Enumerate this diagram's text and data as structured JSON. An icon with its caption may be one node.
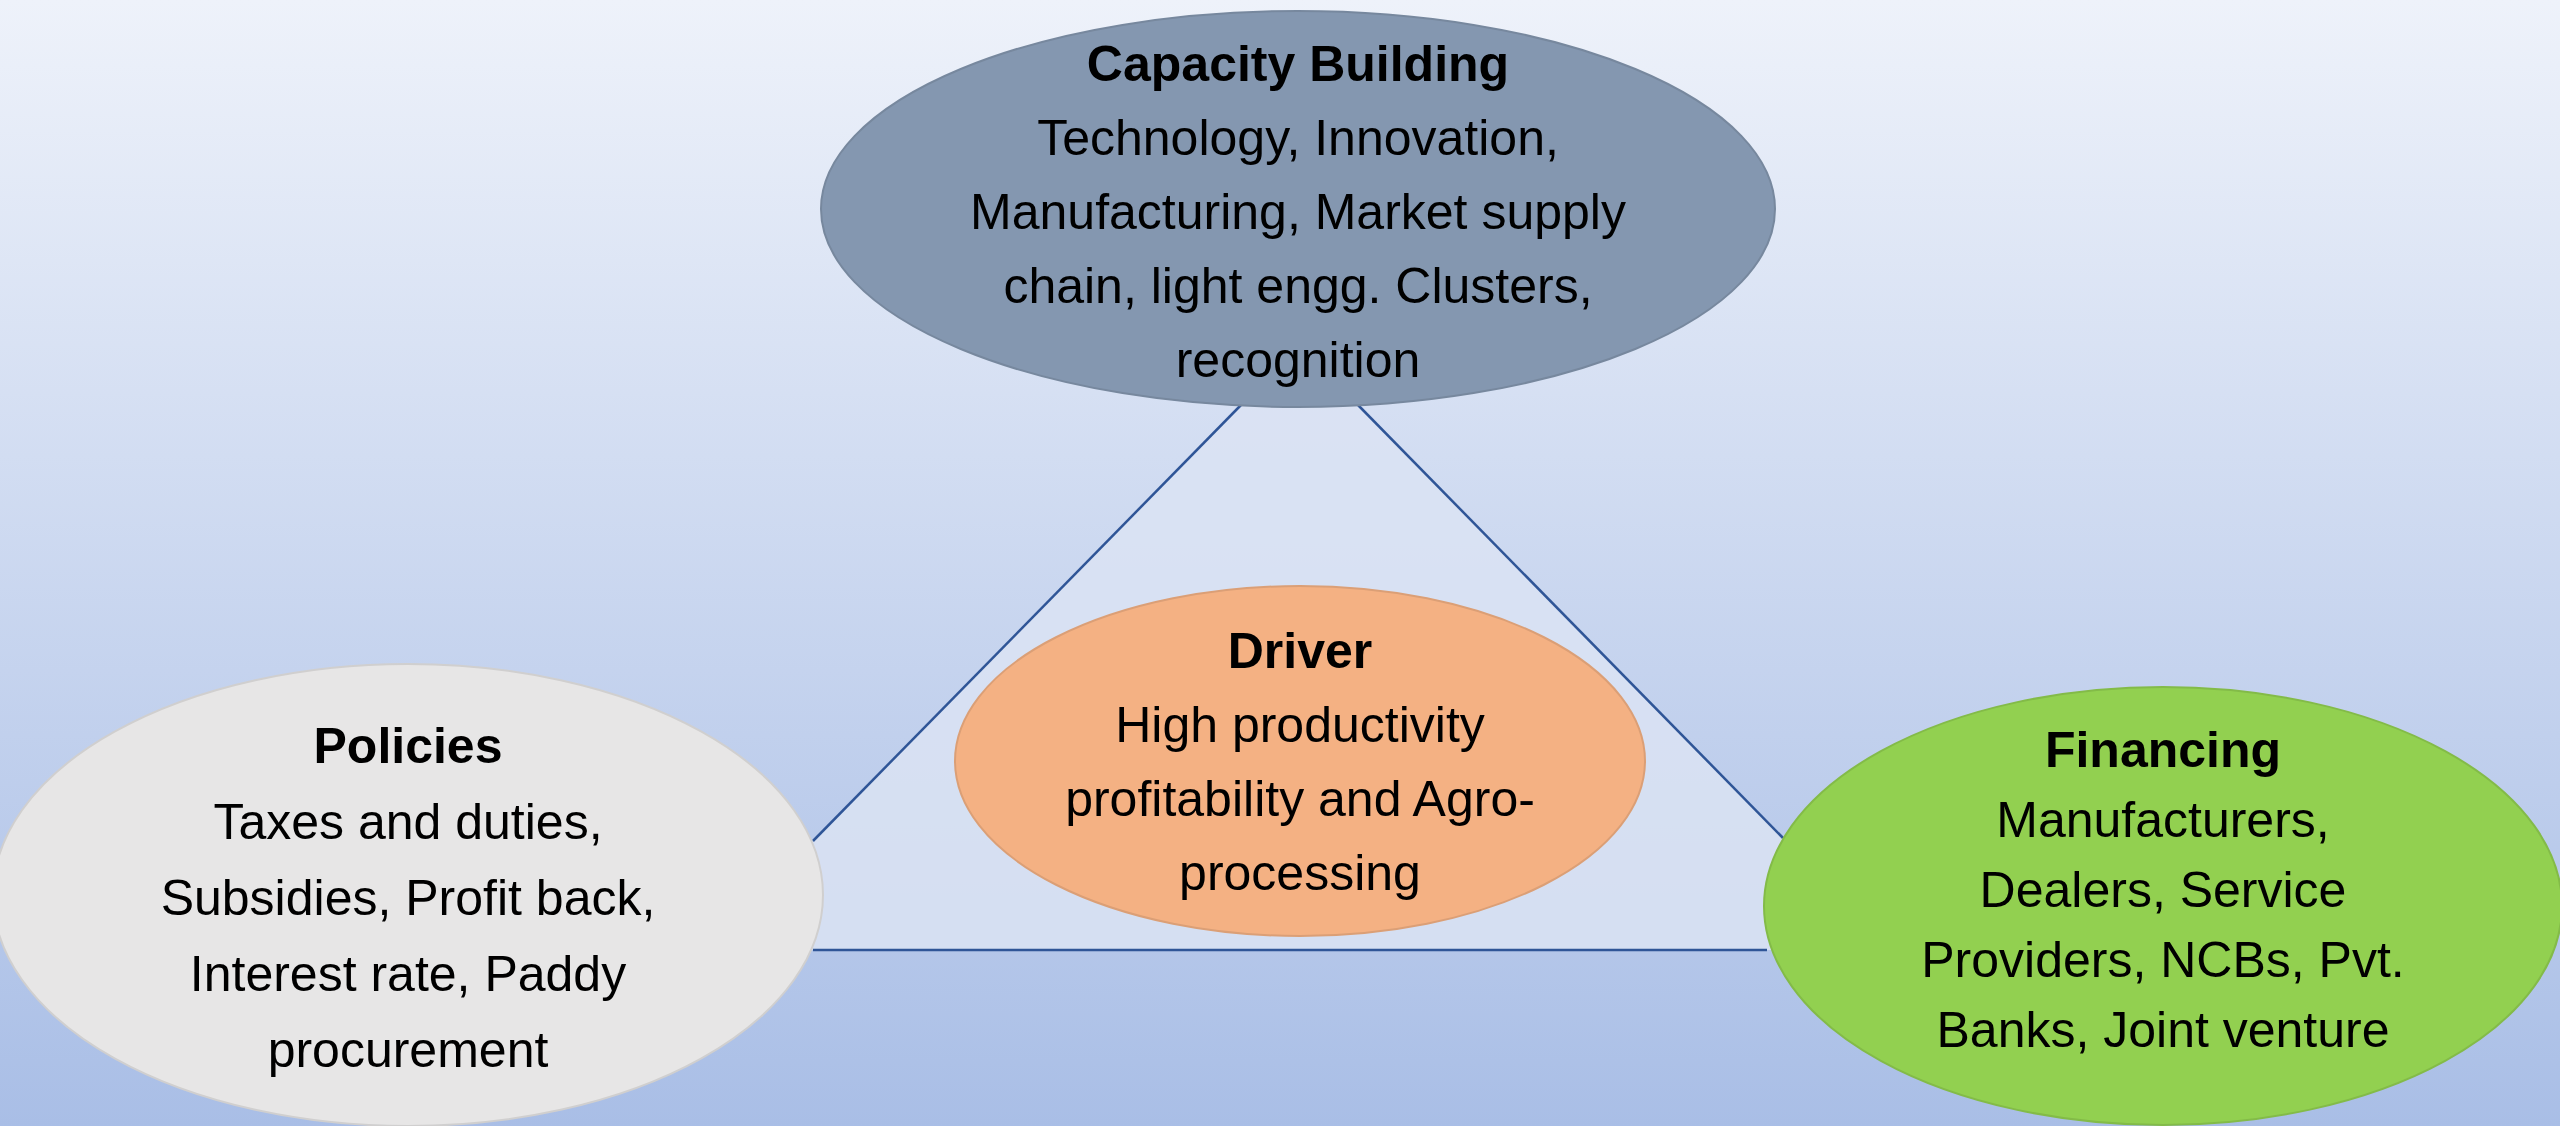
{
  "diagram": {
    "nodes": [
      {
        "text": [
          "Capacity Building",
          "Technology, Innovation, Manufacturing, Market supply chain, light engg. Clusters, recognition"
        ]
      },
      {
        "text": [
          "Driver",
          "High productivity profitability and Agro-processing"
        ]
      },
      {
        "text": [
          "Policies",
          "Taxes and duties, Subsidies, Profit back, Interest rate, Paddy procurement"
        ]
      },
      {
        "text": [
          "Financing",
          "Manufacturers, Dealers, Service Providers, NCBs, Pvt. Banks, Joint venture"
        ]
      }
    ],
    "edges": [
      {
        "from": 0,
        "to": 2,
        "arrow": "none"
      },
      {
        "from": 0,
        "to": 3,
        "arrow": "none"
      },
      {
        "from": 2,
        "to": 3,
        "arrow": "none"
      }
    ]
  }
}
